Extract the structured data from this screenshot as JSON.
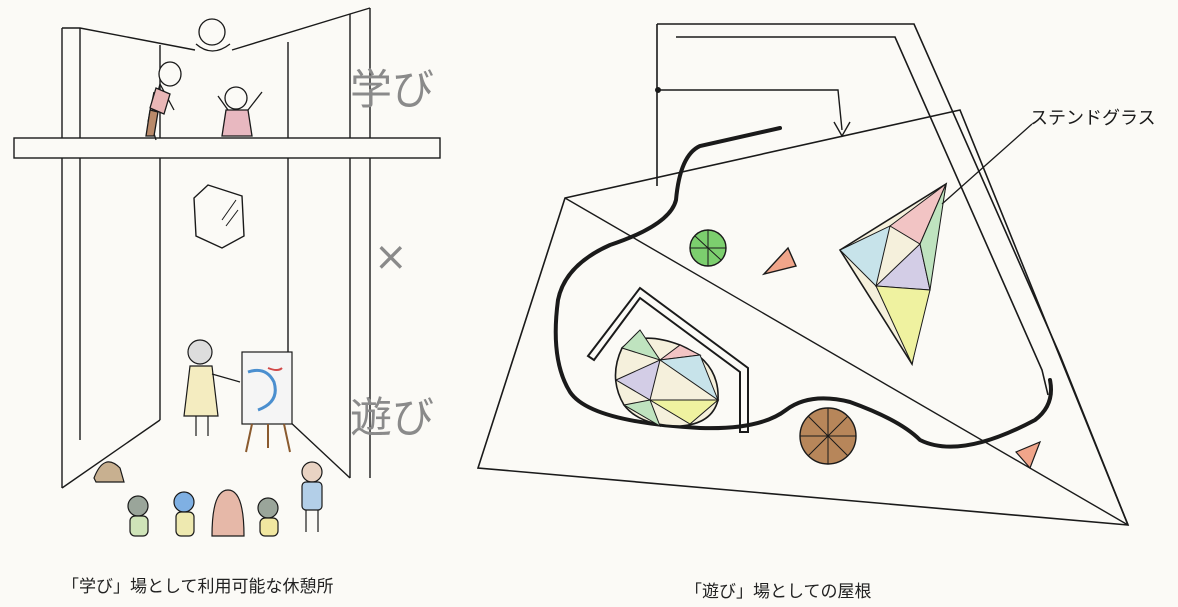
{
  "left_panel": {
    "label_top": "学び",
    "label_cross": "×",
    "label_bottom": "遊び",
    "caption": "「学び」場として利用可能な休憩所"
  },
  "right_panel": {
    "callout_label": "ステンドグラス",
    "caption": "「遊び」場としての屋根"
  },
  "colors": {
    "line": "#1a1a1a",
    "hand_label": "#8a8a8a",
    "glass_pink": "#f2c4c4",
    "glass_blue": "#c7e3ea",
    "glass_yellow": "#eff2a0",
    "glass_green": "#bfe3bf",
    "glass_lavender": "#d3cde6",
    "green_circle": "#7ccf6e",
    "brown_circle": "#b7865a",
    "orange_triangle": "#f0a58a"
  }
}
